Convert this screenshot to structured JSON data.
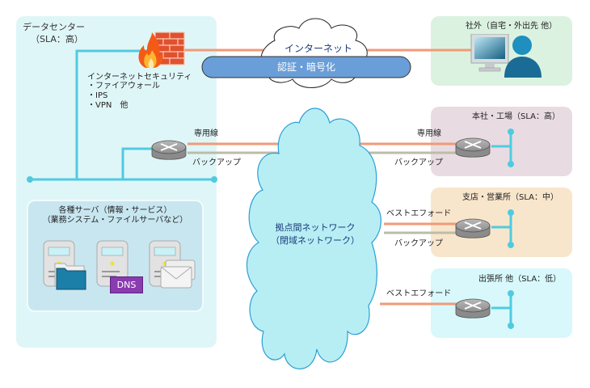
{
  "datacenter": {
    "title_line1": "データセンター",
    "title_line2": "（SLA：高）",
    "security": {
      "heading": "インターネットセキュリティ",
      "items": [
        "・ファイアウォール",
        "・IPS",
        "・VPN　他"
      ]
    },
    "servers": {
      "title_line1": "各種サーバ（情報・サービス）",
      "title_line2": "（業務システム・ファイルサーバなど）",
      "dns_badge": "DNS"
    },
    "router_labels": {
      "leased": "専用線",
      "backup": "バックアップ"
    }
  },
  "internet": {
    "cloud_label": "インターネット",
    "tunnel_label": "認証・暗号化"
  },
  "wan": {
    "cloud_line1": "拠点間ネットワーク",
    "cloud_line2": "（閉域ネットワーク）"
  },
  "external": {
    "title": "社外（自宅・外出先 他）"
  },
  "sites": [
    {
      "title": "本社・工場（SLA：高）",
      "line1": "専用線",
      "line2": "バックアップ"
    },
    {
      "title": "支店・営業所（SLA：中）",
      "line1": "ベストエフォード",
      "line2": "バックアップ"
    },
    {
      "title": "出張所 他（SLA：低）",
      "line1": "ベストエフォード"
    }
  ],
  "colors": {
    "datacenter_bg": "#dff6f8",
    "server_panel_bg": "#c8e6f0",
    "external_bg": "#dcf2e0",
    "hq_bg": "#e8dce2",
    "branch_bg": "#f8e6cc",
    "outpost_bg": "#d8f8fb",
    "lan_line": "#4fcbe0",
    "leased_line": "#f09a78",
    "backup_line": "#bdbca8",
    "tunnel": "#6a9ed8",
    "wan_cloud": "#b7eef4",
    "dns_badge": "#8a3bb0"
  }
}
